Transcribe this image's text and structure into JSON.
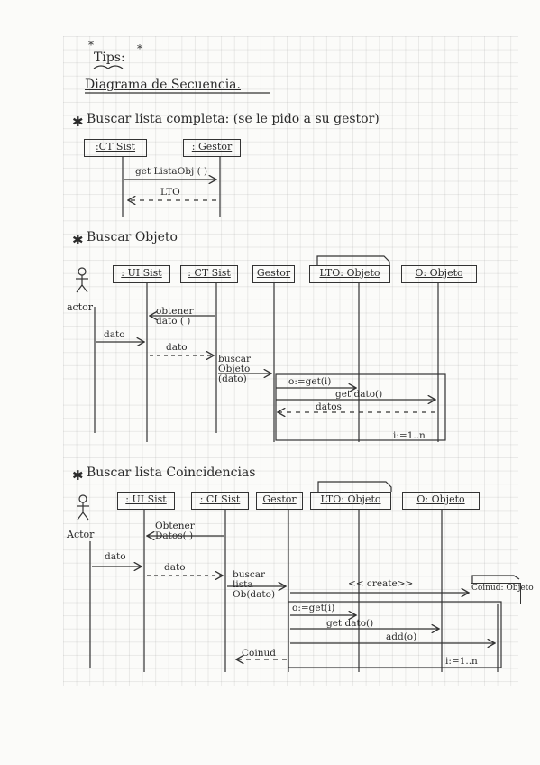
{
  "tips": "Tips:",
  "main_title": "Diagrama de Secuencia.",
  "section1": {
    "title": "Buscar lista completa: (se le pido a su gestor)",
    "lifelines": [
      ":CT Sist",
      ": Gestor"
    ],
    "messages": [
      "get ListaObj ( )",
      "LTO"
    ]
  },
  "section2": {
    "title": "Buscar Objeto",
    "actor": "actor",
    "lifelines": [
      ": UI Sist",
      ": CT Sist",
      "Gestor",
      "LTO: Objeto",
      "O: Objeto"
    ],
    "messages": [
      "obtener dato ( )",
      "dato",
      "dato",
      "buscar Objeto (dato)",
      "o:=get(i)",
      "get dato()",
      "datos",
      "i:=1..n"
    ]
  },
  "section3": {
    "title": "Buscar lista Coincidencias",
    "actor": "Actor",
    "lifelines": [
      ": UI Sist",
      ": CI Sist",
      "Gestor",
      "LTO: Objeto",
      "O: Objeto"
    ],
    "new_object": "Coinud: Objeto",
    "messages": [
      "Obtener Datos( )",
      "dato",
      "dato",
      "buscar lista Ob(dato)",
      "<< create>>",
      "o:=get(i)",
      "get dato()",
      "add(o)",
      "Coinud",
      "i:=1..n"
    ]
  }
}
